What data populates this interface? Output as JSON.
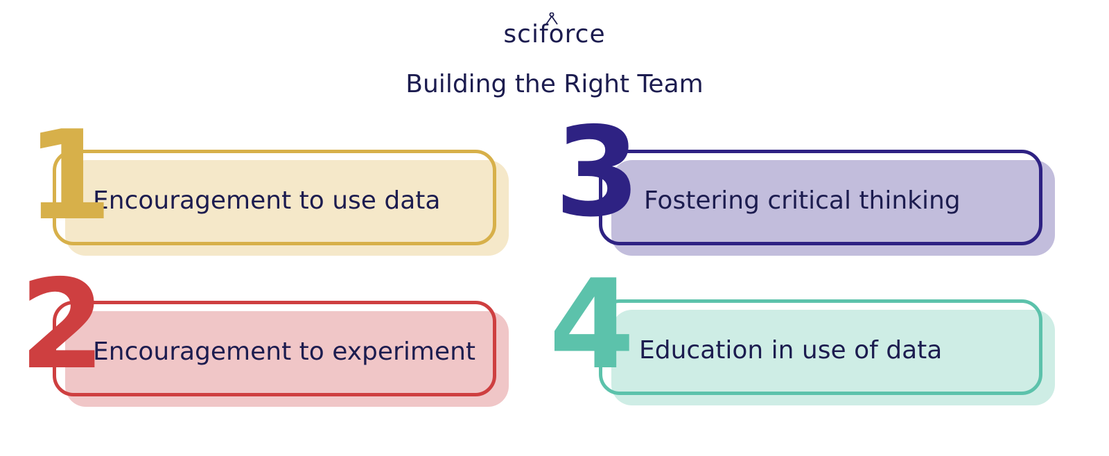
{
  "logo": {
    "text": "sciforce"
  },
  "title": "Building the Right Team",
  "items": [
    {
      "number": "1",
      "label": "Encouragement to use data",
      "color": "#d7b04a",
      "fill": "#f5e8c9"
    },
    {
      "number": "2",
      "label": "Encouragement to experiment",
      "color": "#ce3f40",
      "fill": "#f0c6c7"
    },
    {
      "number": "3",
      "label": "Fostering critical thinking",
      "color": "#2e2283",
      "fill": "#c2bddc"
    },
    {
      "number": "4",
      "label": "Education in use of data",
      "color": "#5cc2ab",
      "fill": "#ceede5"
    }
  ]
}
